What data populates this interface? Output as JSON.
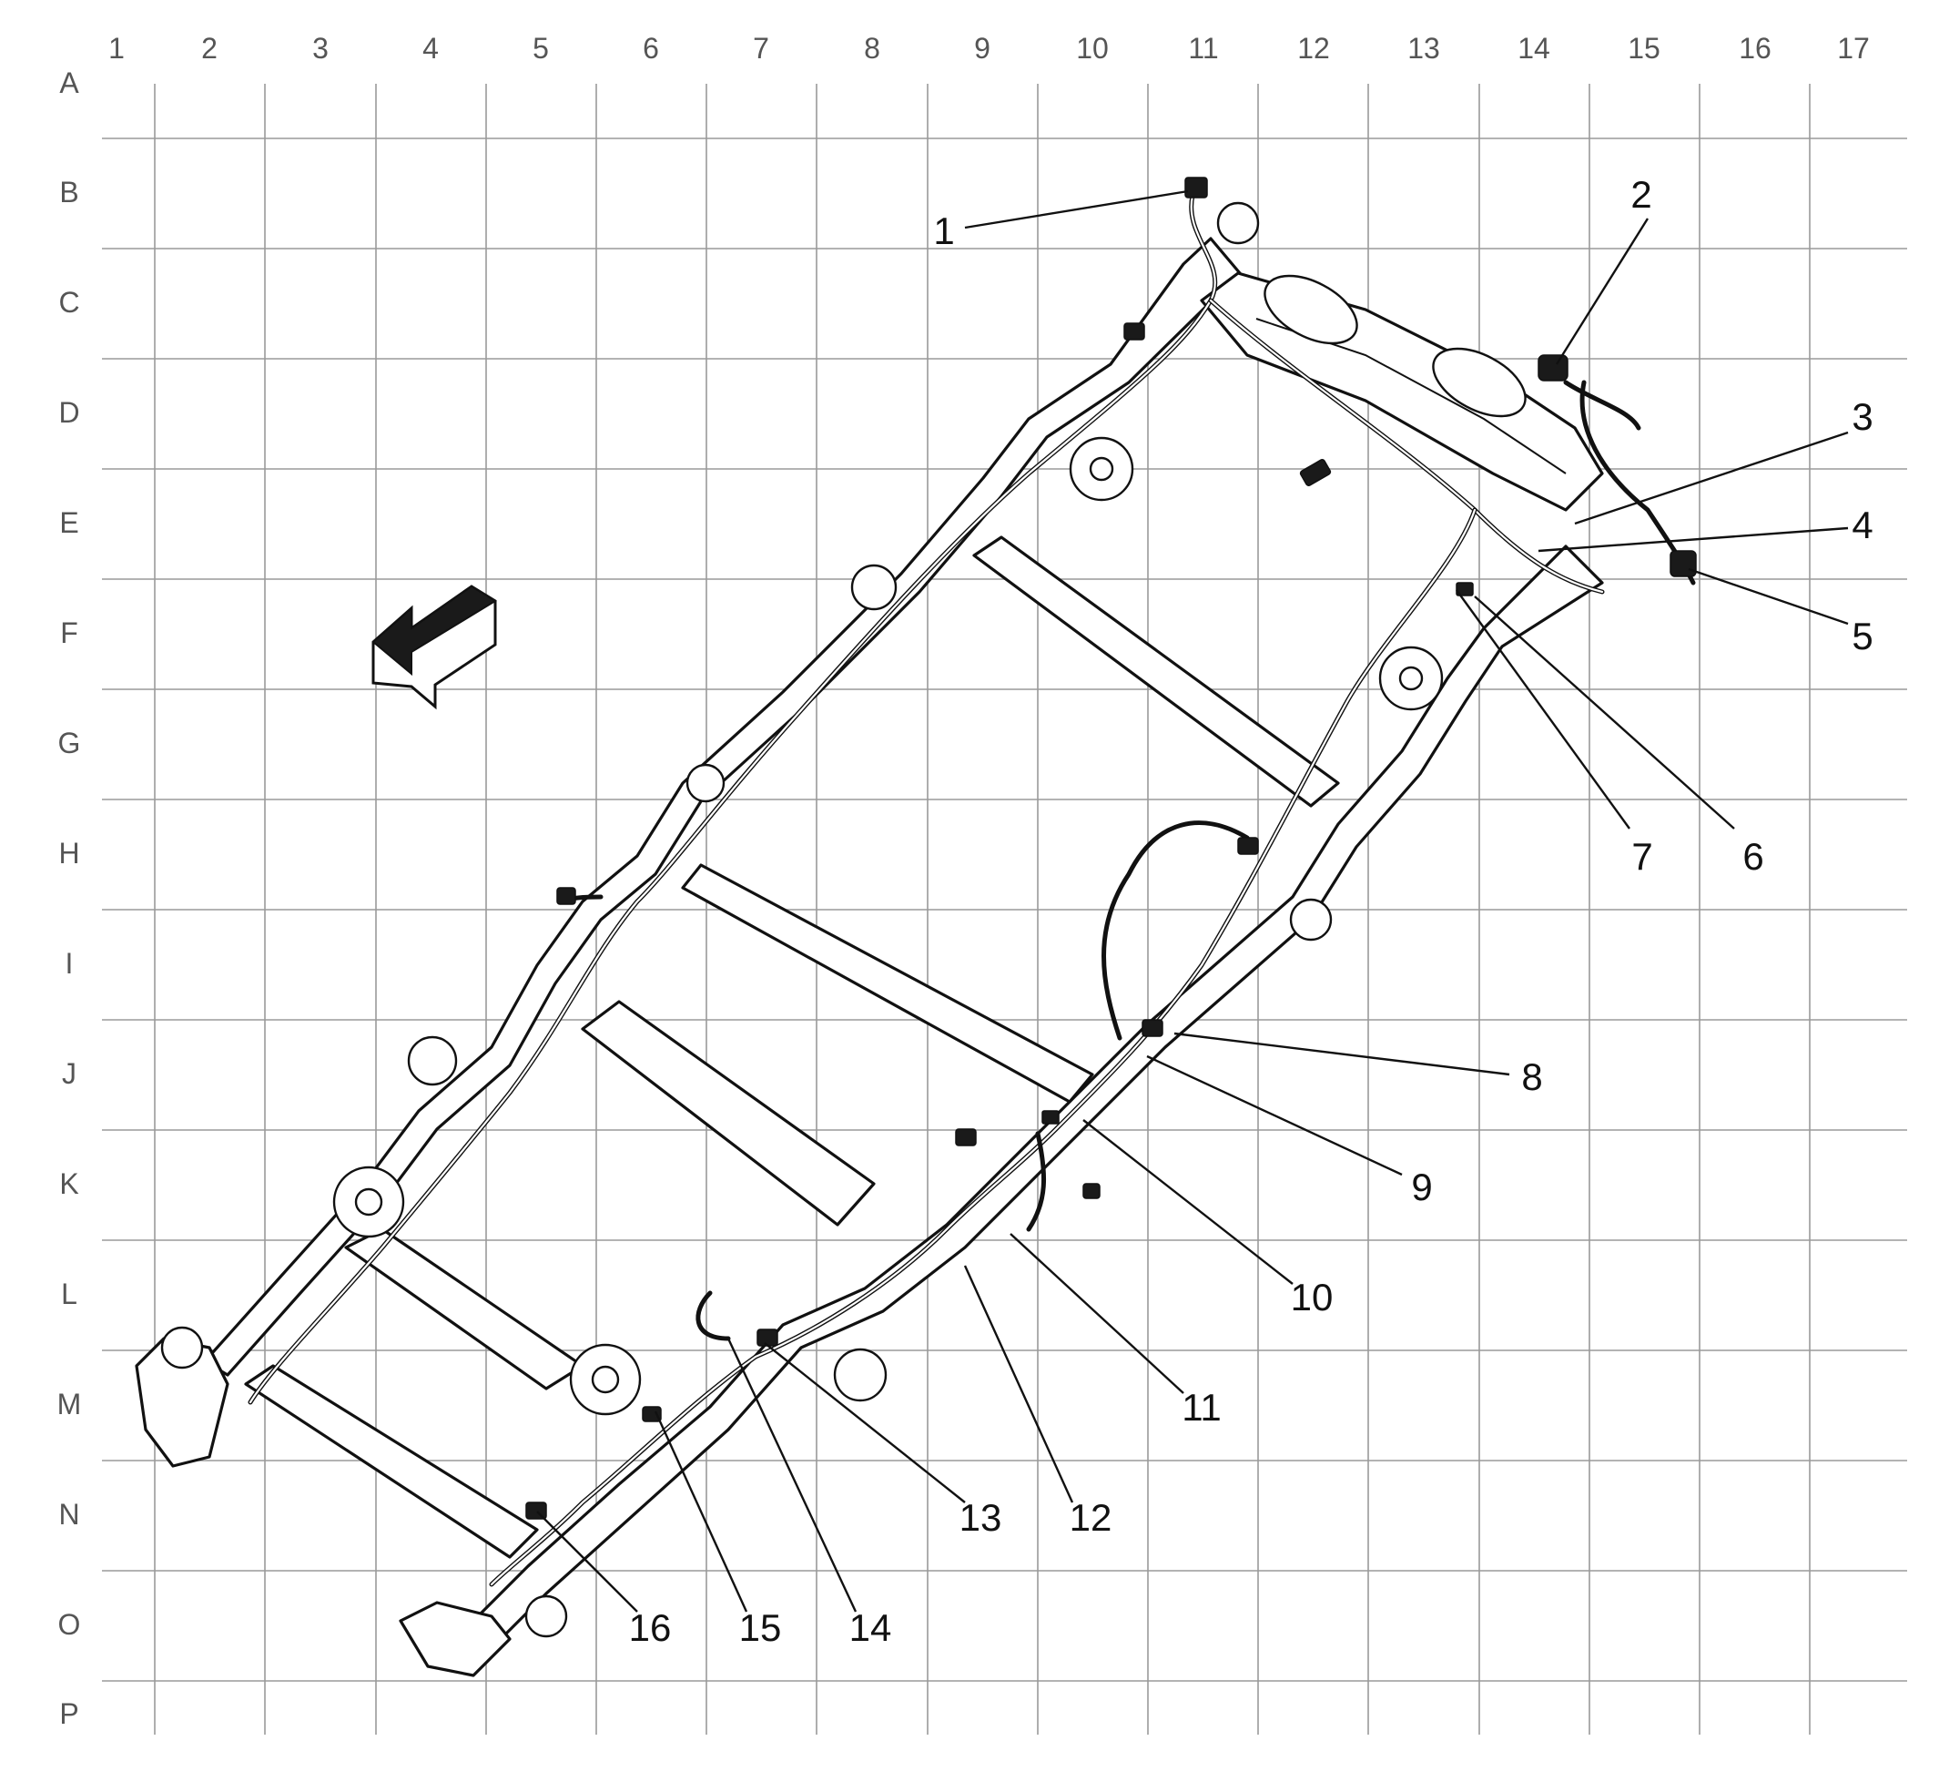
{
  "grid": {
    "columns": [
      "1",
      "2",
      "3",
      "4",
      "5",
      "6",
      "7",
      "8",
      "9",
      "10",
      "11",
      "12",
      "13",
      "14",
      "15",
      "16",
      "17"
    ],
    "rows": [
      "A",
      "B",
      "C",
      "D",
      "E",
      "F",
      "G",
      "H",
      "I",
      "J",
      "K",
      "L",
      "M",
      "N",
      "O",
      "P"
    ]
  },
  "callouts": [
    "1",
    "2",
    "3",
    "4",
    "5",
    "6",
    "7",
    "8",
    "9",
    "10",
    "11",
    "12",
    "13",
    "14",
    "15",
    "16"
  ],
  "direction_arrow_icon": "front-direction-arrow-icon"
}
